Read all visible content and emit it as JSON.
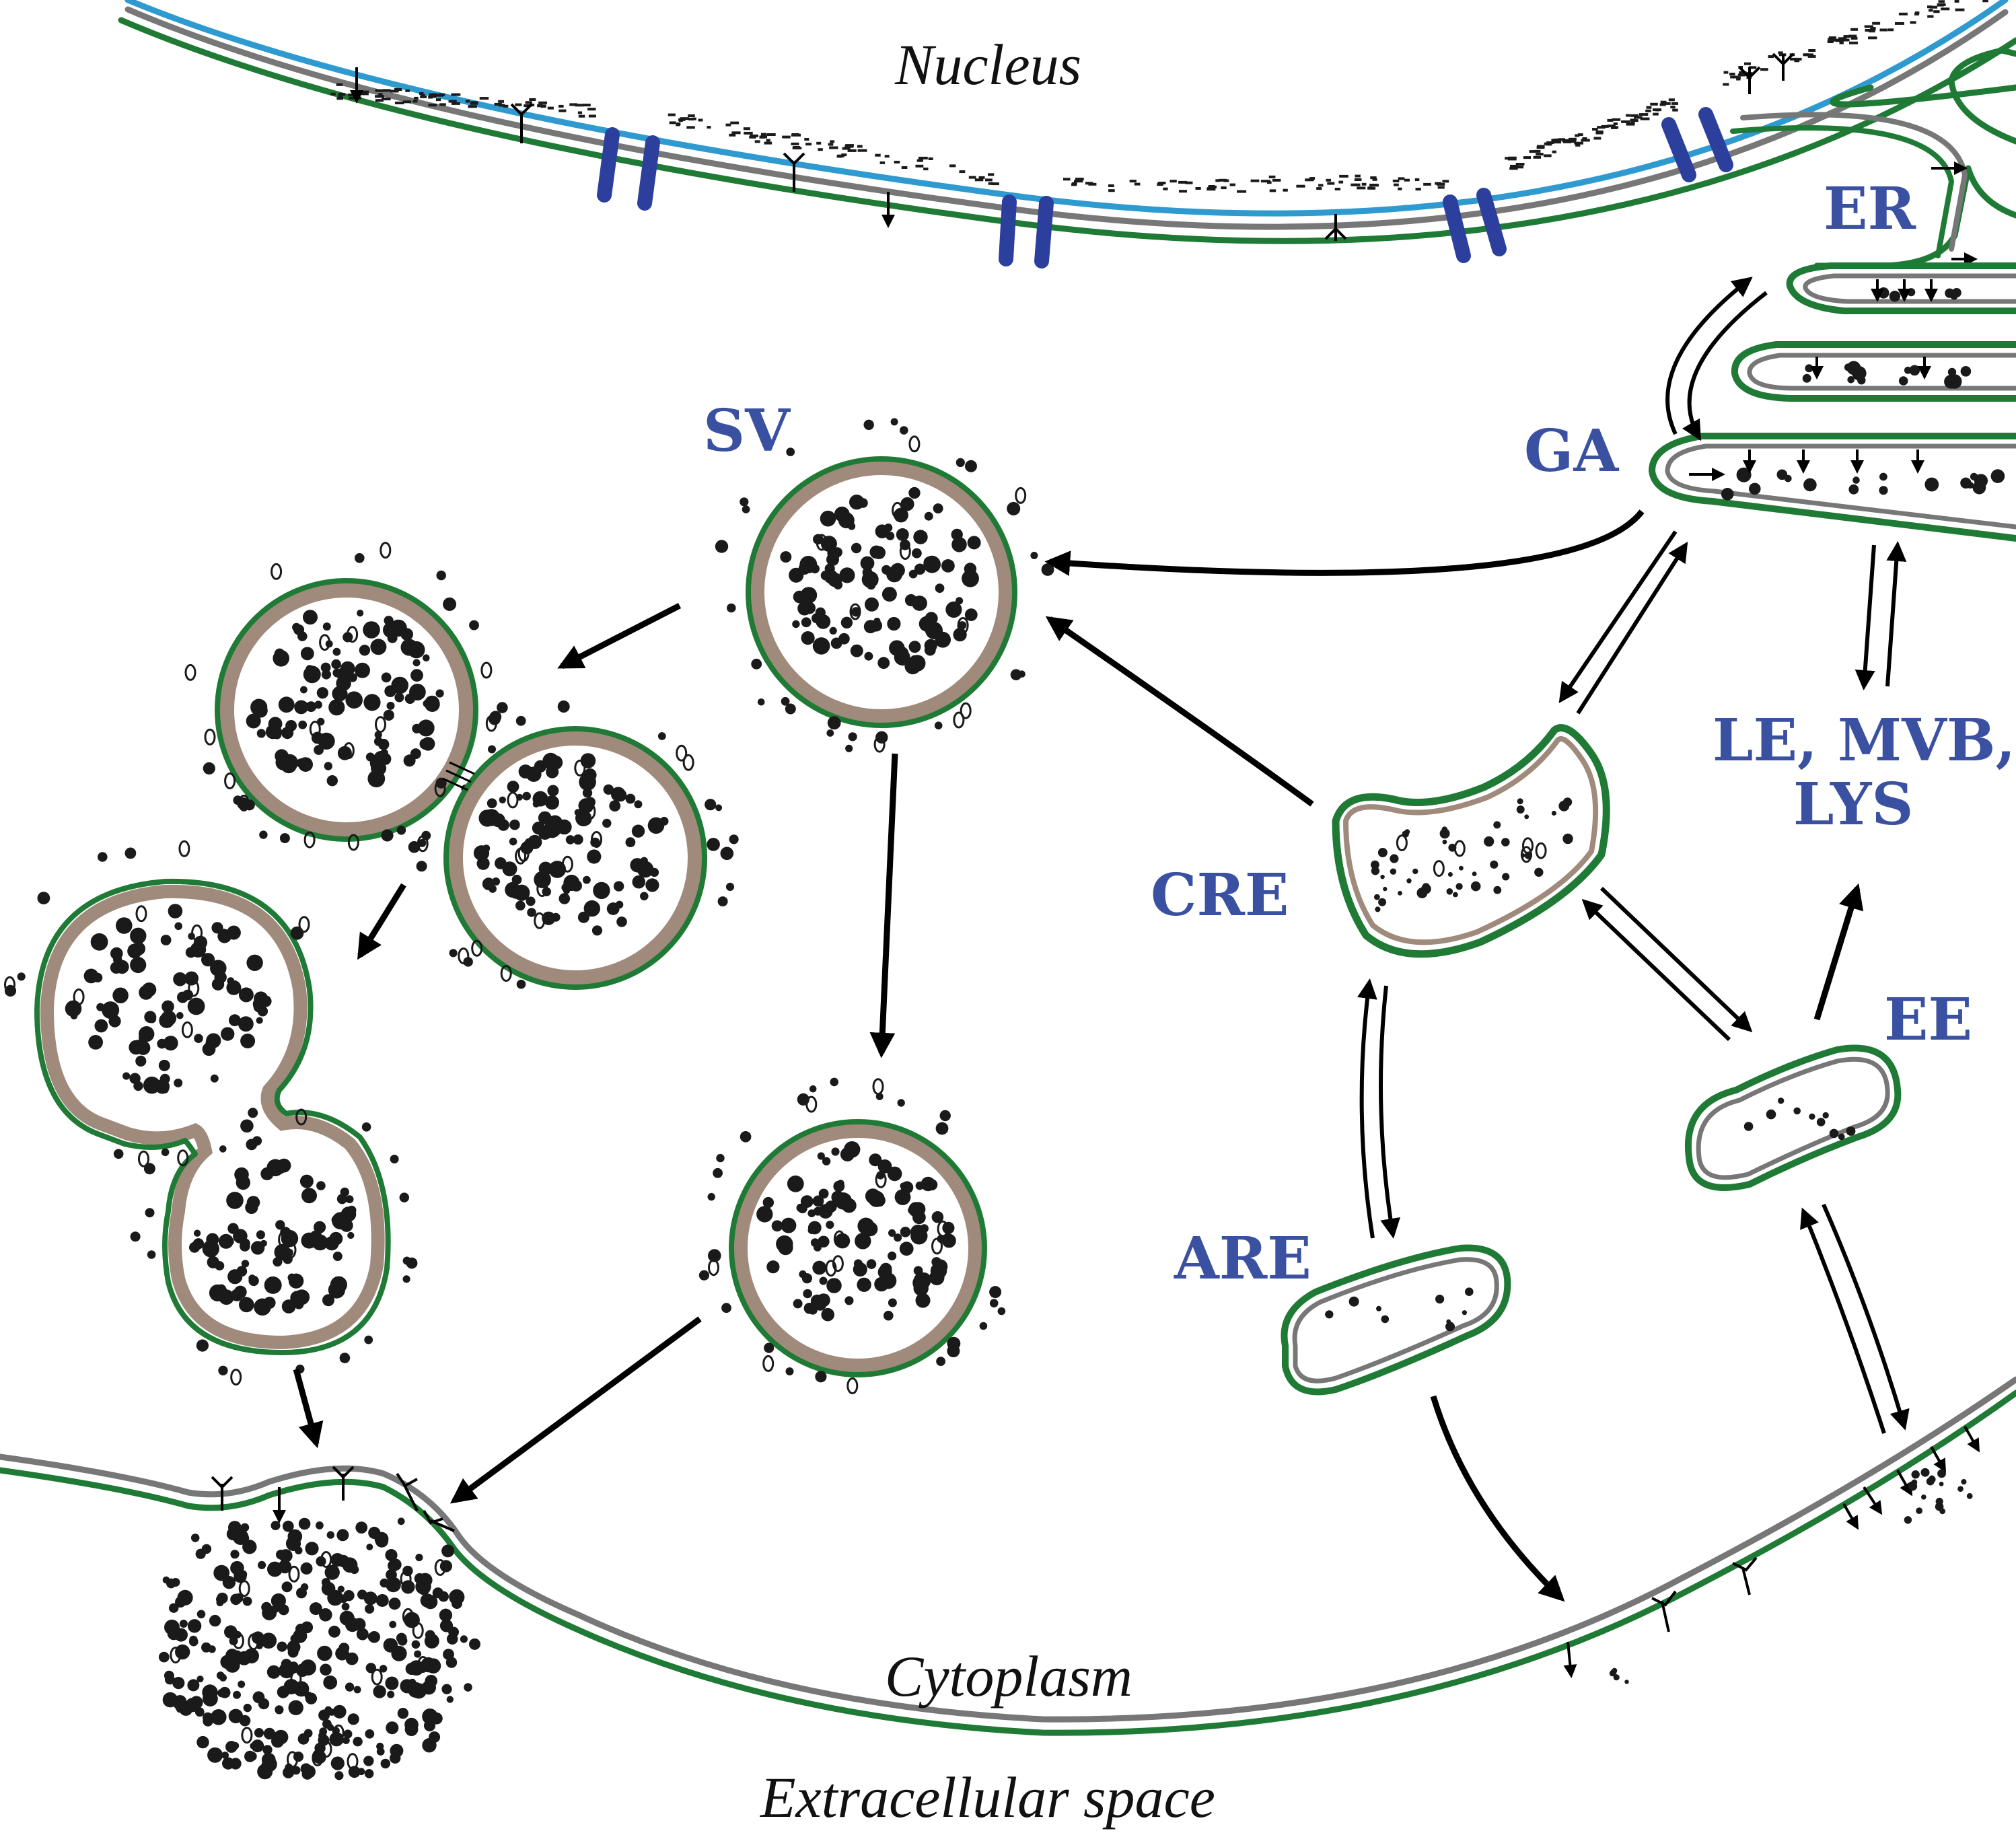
{
  "labels": {
    "nucleus": "Nucleus",
    "er": "ER",
    "ga": "GA",
    "sv": "SV",
    "cre": "CRE",
    "are": "ARE",
    "ee": "EE",
    "late_endo_line1": "LE, MVB,",
    "late_endo_line2": "LYS",
    "cytoplasm": "Cytoplasm",
    "extracellular": "Extracellular space"
  },
  "colors": {
    "label_blue": "#3a50a0",
    "membrane_green": "#1f7a35",
    "membrane_gray": "#777777",
    "vesicle_tan": "#a08a7c",
    "nuclear_inner_blue": "#2f9ad0",
    "nuclear_pore": "#2c3f9c",
    "cargo_black": "#1a1a1a"
  }
}
